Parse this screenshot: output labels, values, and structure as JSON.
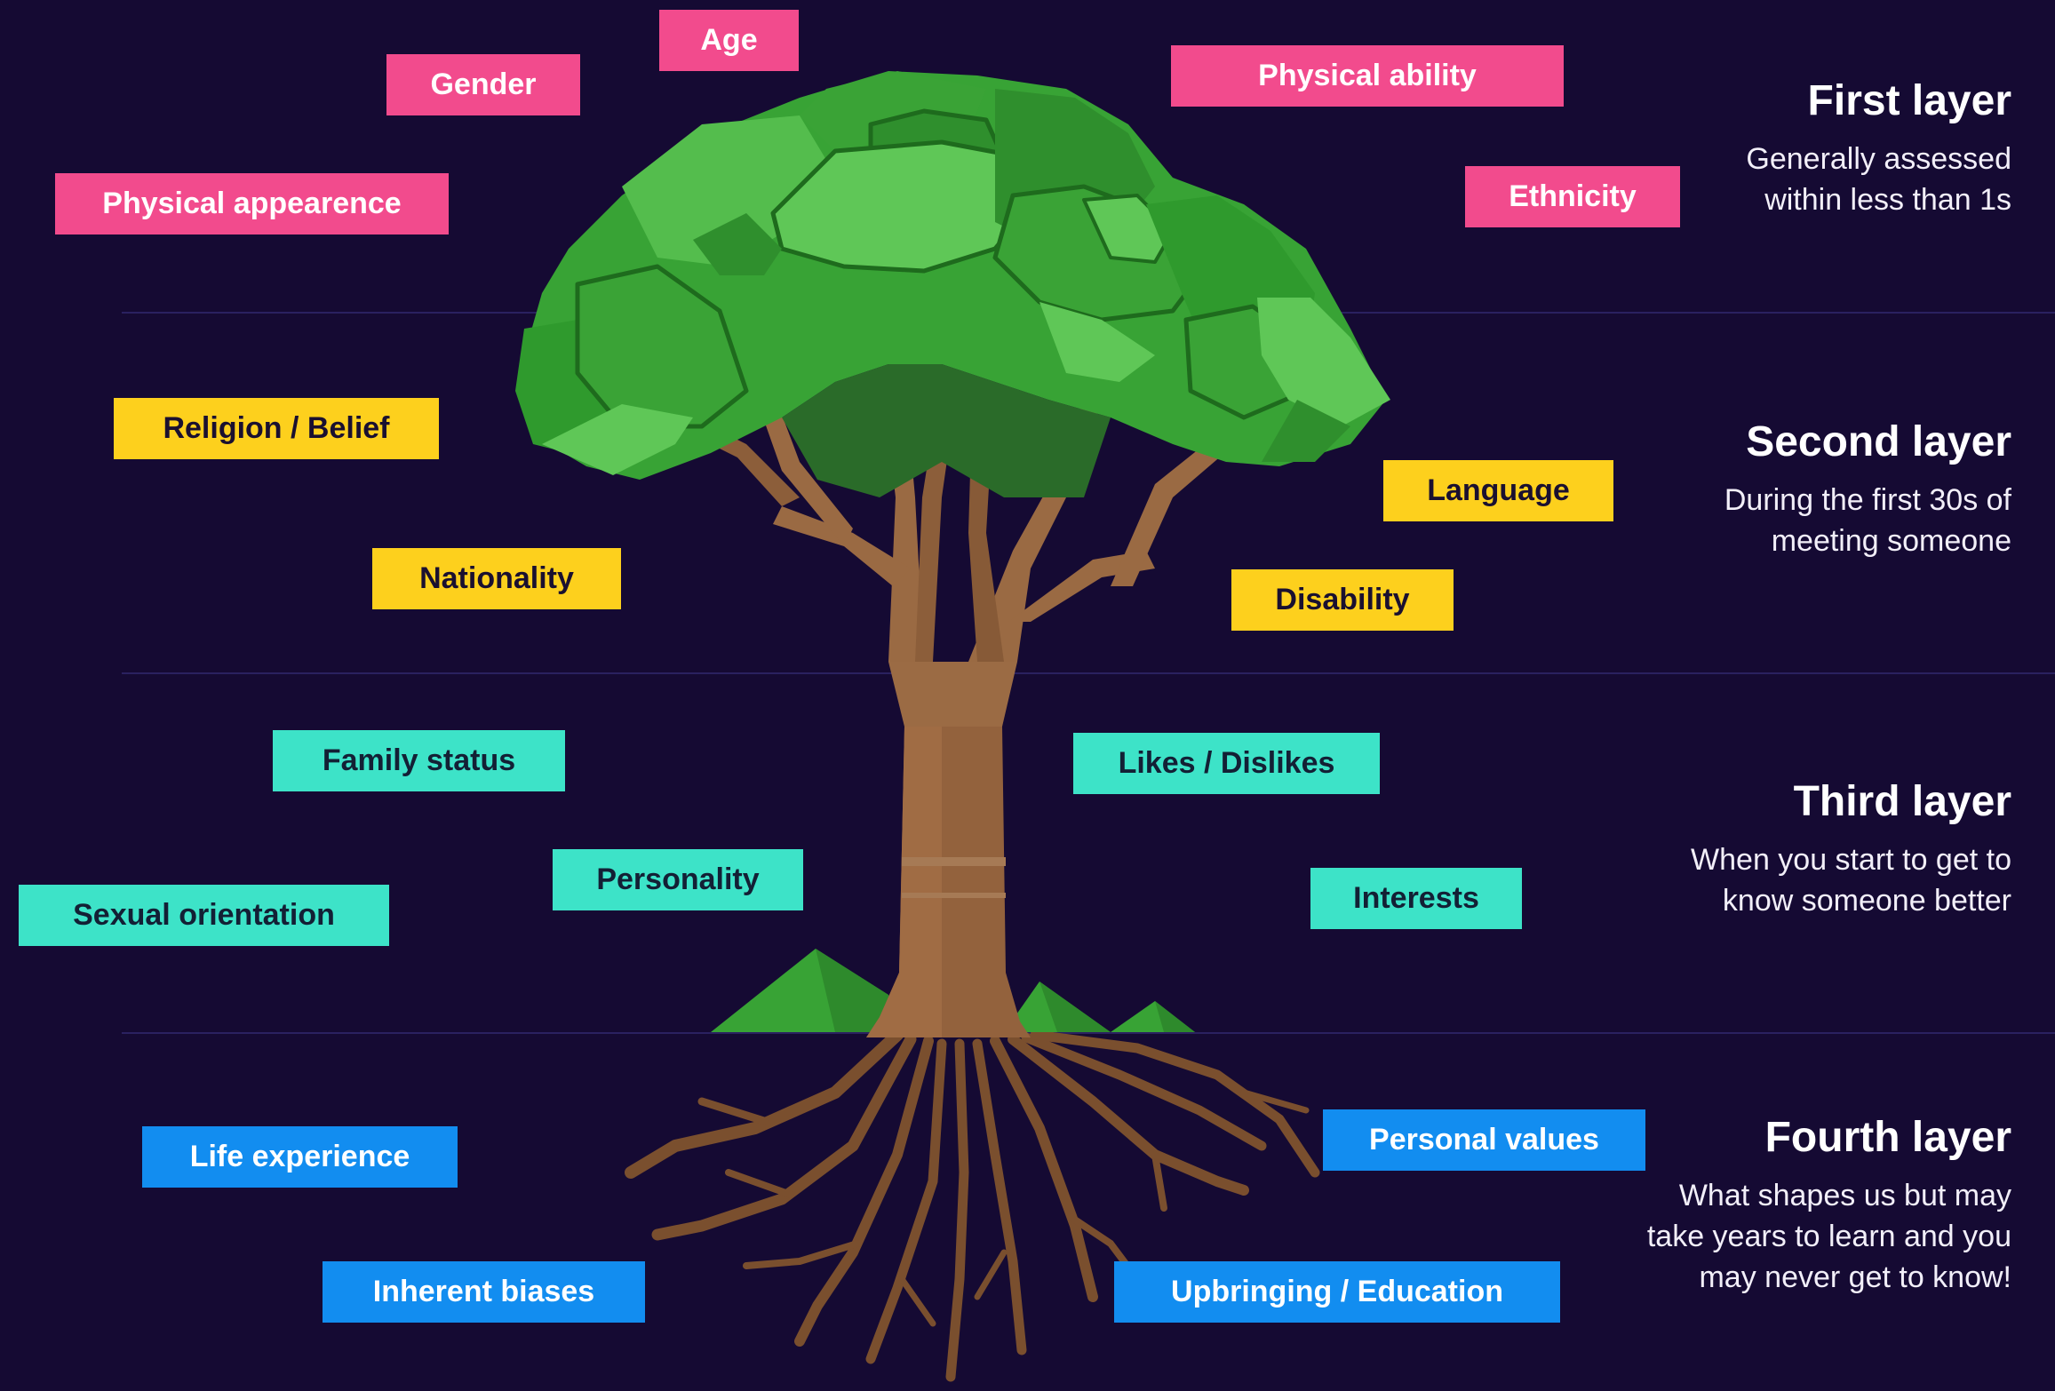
{
  "colors": {
    "background": "#150a33",
    "divider": "#2a2160",
    "layer1": "#f24b8d",
    "layer2": "#fdd01d",
    "layer3": "#3de3c8",
    "layer4": "#128df0",
    "trunk": "#93623d",
    "foliage": "#3da63a"
  },
  "layers": [
    {
      "title": "First layer",
      "description": [
        "Generally assessed",
        "within less than 1s"
      ],
      "tags": [
        "Age",
        "Gender",
        "Physical ability",
        "Physical appearence",
        "Ethnicity"
      ]
    },
    {
      "title": "Second layer",
      "description": [
        "During the first 30s of",
        "meeting someone"
      ],
      "tags": [
        "Religion / Belief",
        "Language",
        "Nationality",
        "Disability"
      ]
    },
    {
      "title": "Third layer",
      "description": [
        "When you start to get to",
        "know someone better"
      ],
      "tags": [
        "Family status",
        "Likes / Dislikes",
        "Personality",
        "Interests",
        "Sexual orientation"
      ]
    },
    {
      "title": "Fourth layer",
      "description": [
        "What shapes us but may",
        "take years to learn and you",
        "may never get to know!"
      ],
      "tags": [
        "Personal values",
        "Life experience",
        "Inherent biases",
        "Upbringing / Education"
      ]
    }
  ]
}
